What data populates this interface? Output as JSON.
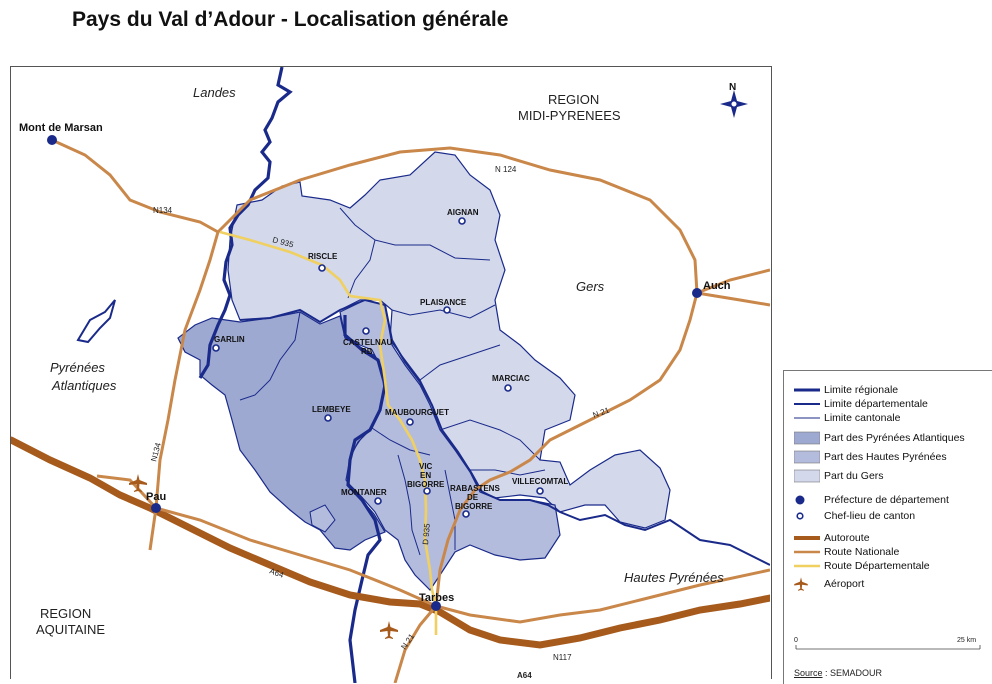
{
  "title": "Pays du Val d’Adour - Localisation générale",
  "regions": {
    "landes": "Landes",
    "midi_1": "REGION",
    "midi_2": "MIDI-PYRENEES",
    "pa_1": "Pyrénées",
    "pa_2": "Atlantiques",
    "gers": "Gers",
    "hp": "Hautes Pyrénées",
    "aq_1": "REGION",
    "aq_2": "AQUITAINE"
  },
  "compass": "N",
  "prefectures": {
    "mont_de_marsan": "Mont de Marsan",
    "auch": "Auch",
    "pau": "Pau",
    "tarbes": "Tarbes"
  },
  "cantons": {
    "aignan": "AIGNAN",
    "riscle": "RISCLE",
    "plaisance": "PLAISANCE",
    "castelnau_1": "CASTELNAU",
    "castelnau_2": "RB",
    "garlin": "GARLIN",
    "marciac": "MARCIAC",
    "lembeye": "LEMBEYE",
    "maubourguet": "MAUBOURGUET",
    "vic_1": "VIC",
    "vic_2": "EN",
    "vic_3": "BIGORRE",
    "rabastens_1": "RABASTENS",
    "rabastens_2": "DE",
    "rabastens_3": "BIGORRE",
    "villecomtal": "VILLECOMTAL",
    "montaner": "MONTANER"
  },
  "roads": {
    "n124": "N 124",
    "n134a": "N134",
    "n134b": "N134",
    "d935a": "D 935",
    "d935b": "D 935",
    "n21a": "N 21",
    "n21b": "N 21",
    "a64a": "A64",
    "a64b": "A64",
    "n117": "N117"
  },
  "legend": {
    "items": [
      "Limite régionale",
      "Limite départementale",
      "Limite cantonale",
      "Part des Pyrénées Atlantiques",
      "Part des Hautes Pyrénées",
      "Part du Gers",
      "Préfecture de département",
      "Chef-lieu de canton",
      "Autoroute",
      "Route Nationale",
      "Route Départementale",
      "Aéroport"
    ],
    "scale_start": "0",
    "scale_end": "25 km",
    "source_label": "Source",
    "source_value": " : SEMADOUR"
  },
  "colors": {
    "gers": "#d3d8eb",
    "hautes_pyrenees": "#b4bcdd",
    "pyrenees_atlantiques": "#9ea9d2",
    "boundary": "#1a2a8a",
    "autoroute": "#a65a1c",
    "route_nationale": "#c9874a",
    "route_departementale": "#f0d060",
    "prefecture": "#1a2a8a"
  }
}
